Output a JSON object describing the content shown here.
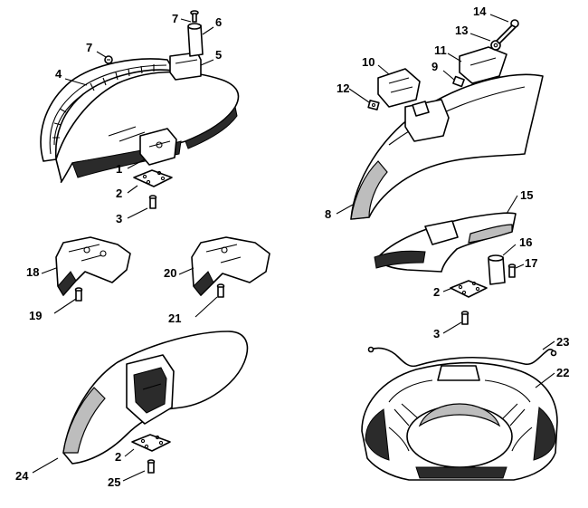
{
  "callouts": [
    {
      "id": "c7a",
      "text": "7"
    },
    {
      "id": "c6",
      "text": "6"
    },
    {
      "id": "c7b",
      "text": "7"
    },
    {
      "id": "c5",
      "text": "5"
    },
    {
      "id": "c4",
      "text": "4"
    },
    {
      "id": "c1",
      "text": "1"
    },
    {
      "id": "c2a",
      "text": "2"
    },
    {
      "id": "c3a",
      "text": "3"
    },
    {
      "id": "c14",
      "text": "14"
    },
    {
      "id": "c13",
      "text": "13"
    },
    {
      "id": "c10",
      "text": "10"
    },
    {
      "id": "c11",
      "text": "11"
    },
    {
      "id": "c9",
      "text": "9"
    },
    {
      "id": "c12",
      "text": "12"
    },
    {
      "id": "c8",
      "text": "8"
    },
    {
      "id": "c15",
      "text": "15"
    },
    {
      "id": "c16",
      "text": "16"
    },
    {
      "id": "c17",
      "text": "17"
    },
    {
      "id": "c2b",
      "text": "2"
    },
    {
      "id": "c3b",
      "text": "3"
    },
    {
      "id": "c18",
      "text": "18"
    },
    {
      "id": "c19",
      "text": "19"
    },
    {
      "id": "c20",
      "text": "20"
    },
    {
      "id": "c21",
      "text": "21"
    },
    {
      "id": "c23",
      "text": "23"
    },
    {
      "id": "c22",
      "text": "22"
    },
    {
      "id": "c24",
      "text": "24"
    },
    {
      "id": "c2c",
      "text": "2"
    },
    {
      "id": "c25",
      "text": "25"
    }
  ]
}
